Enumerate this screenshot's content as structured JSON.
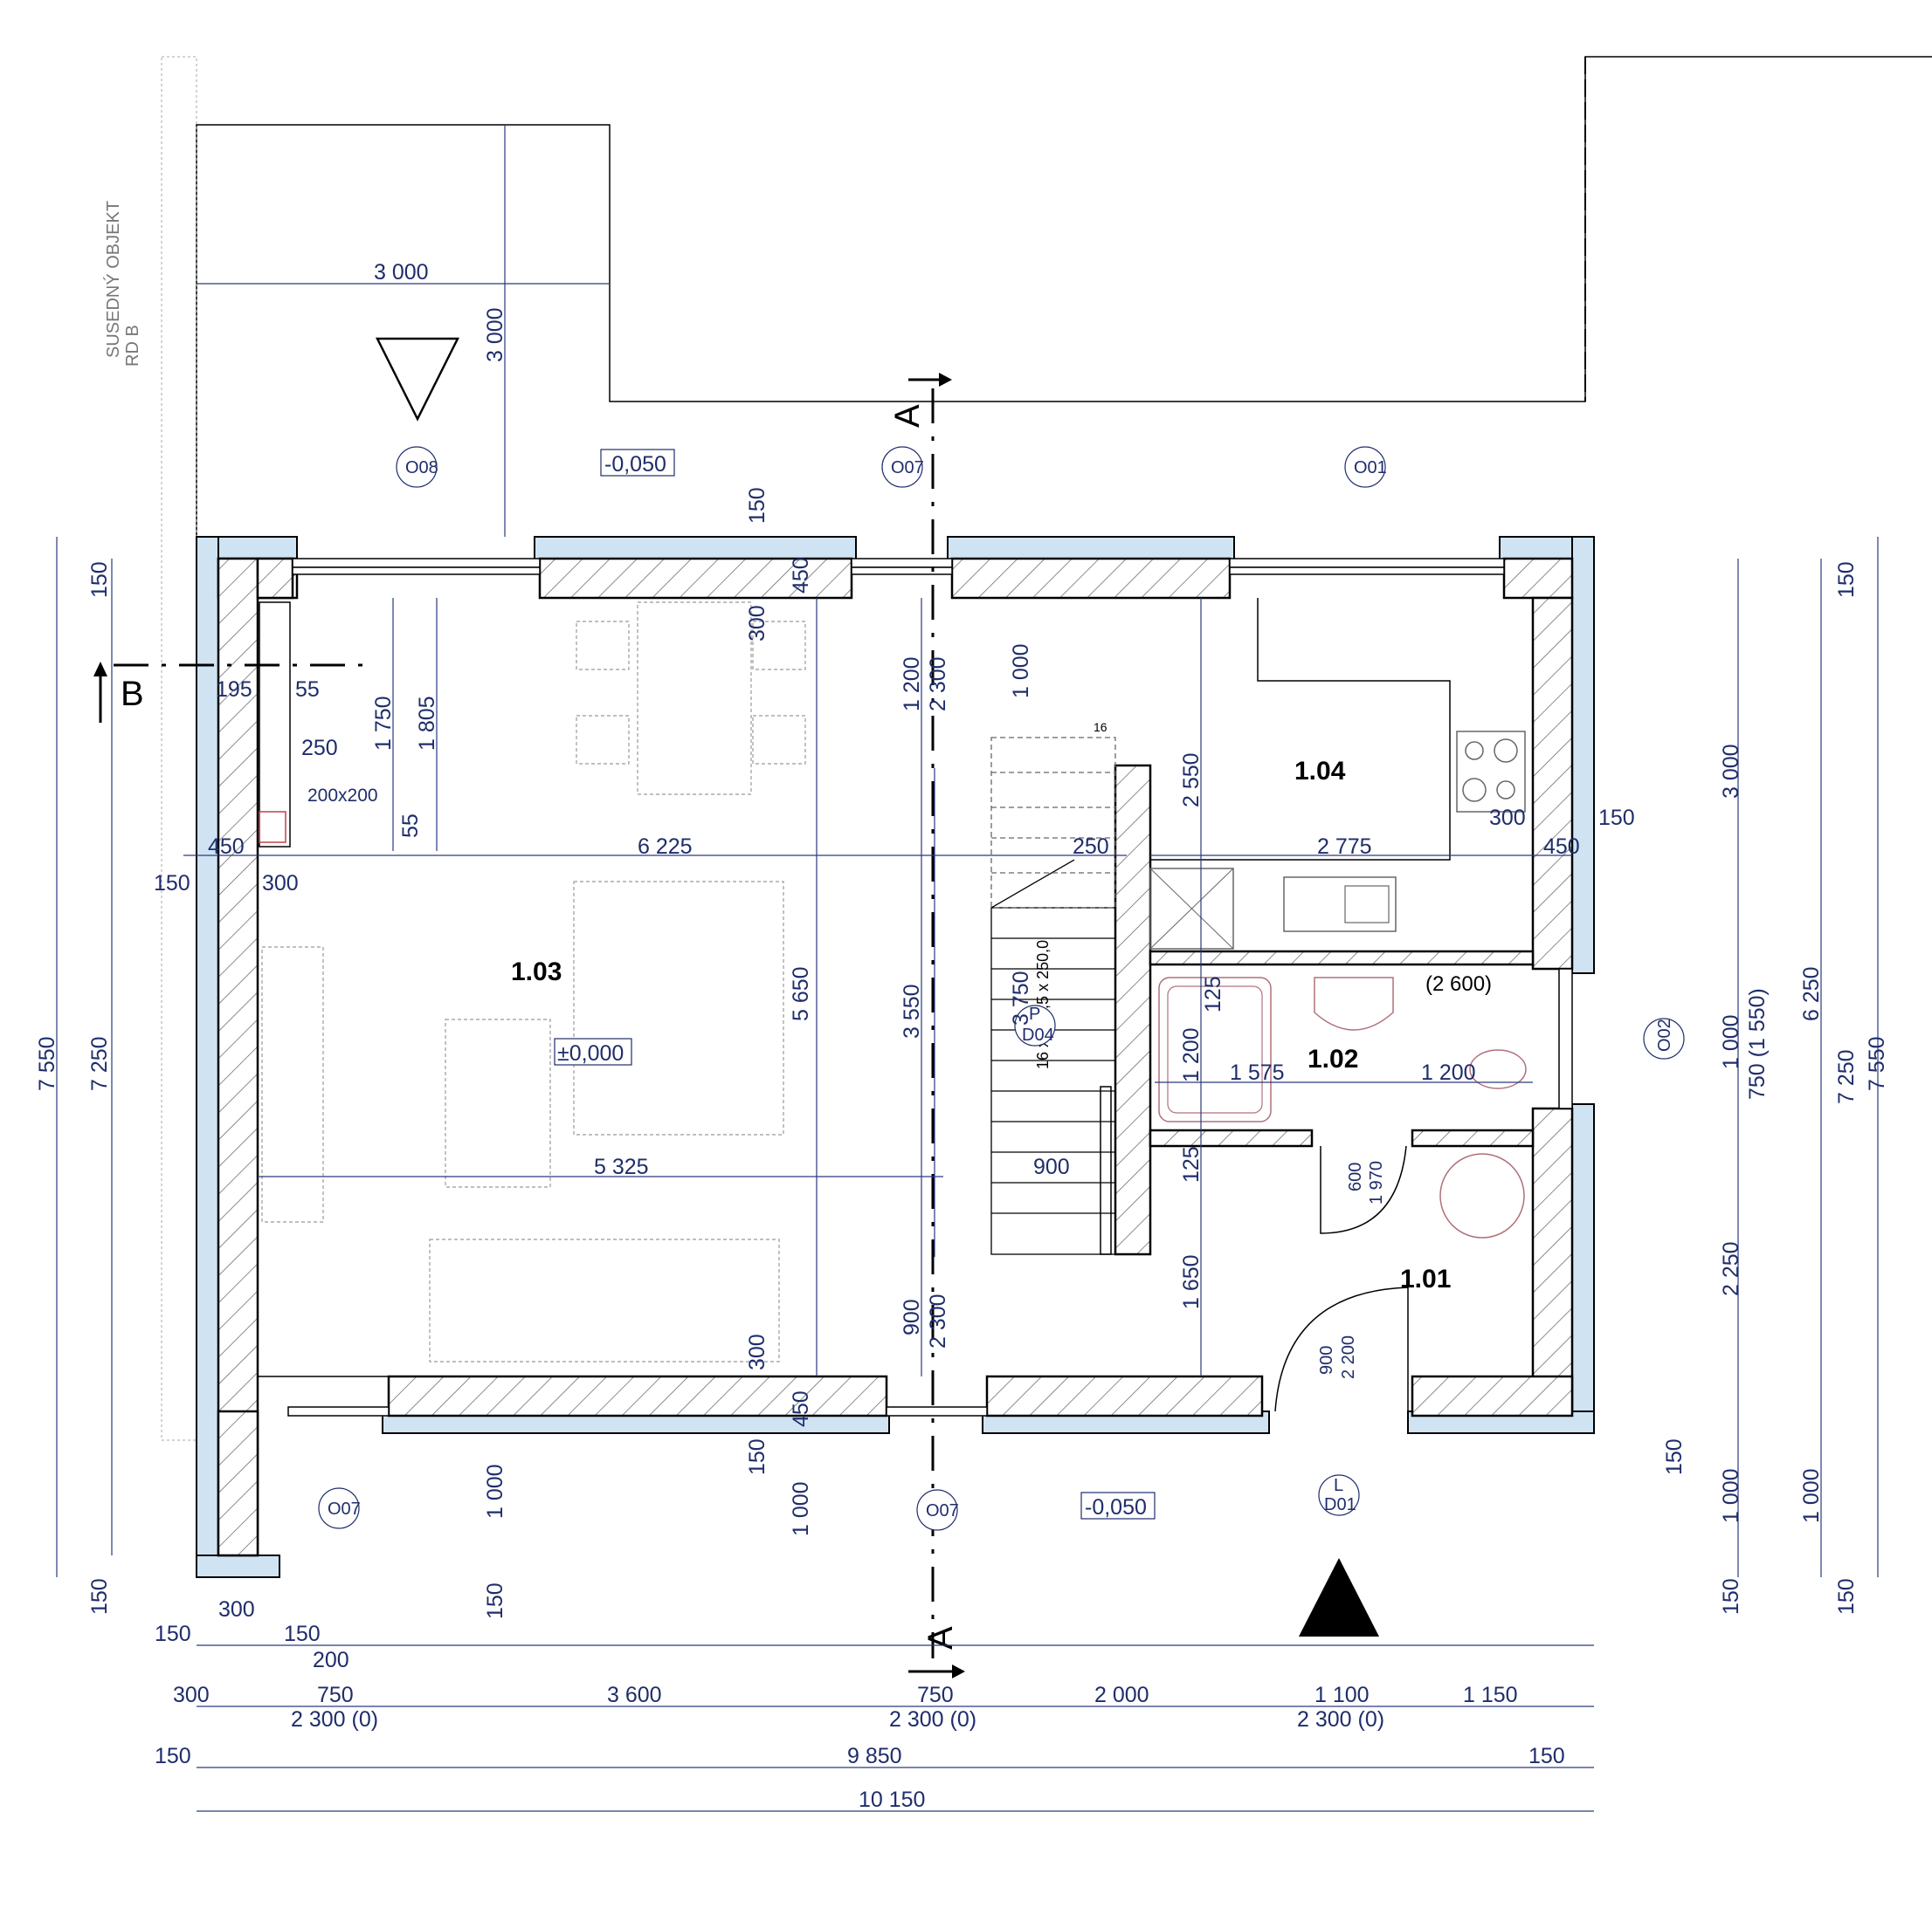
{
  "rooms": {
    "living": {
      "number": "1.03",
      "level": "±0,000"
    },
    "kitchen": {
      "number": "1.04"
    },
    "bath": {
      "number": "1.02"
    },
    "hall": {
      "number": "1.01"
    }
  },
  "levels": {
    "top": "-0,050",
    "bottom": "-0,050"
  },
  "section_marks": {
    "a": "A",
    "b": "B"
  },
  "neighbor": {
    "line1": "SUSEDNÝ OBJEKT",
    "line2": "RD B"
  },
  "openings": {
    "o08": "O08",
    "o07_top": "O07",
    "o01": "O01",
    "o02": "O02",
    "o07_bl": "O07",
    "o07_bc": "O07"
  },
  "doors": {
    "d04_letter": "P",
    "d04": "D04",
    "d01_letter": "L",
    "d01": "D01"
  },
  "stair": {
    "spec": "16 x 182,5 x 250,0",
    "top_count": "16"
  },
  "chimney": "200x200",
  "bath_height": "(2 600)",
  "dims": {
    "terrace_w": "3 000",
    "terrace_d": "3 000",
    "left_7550": "7 550",
    "left_7250": "7 250",
    "left_150_top": "150",
    "left_150_bot": "150",
    "c_195": "195",
    "c_55a": "55",
    "c_250": "250",
    "c_55b": "55",
    "c_1750": "1 750",
    "c_1805": "1 805",
    "r_450_left": "450",
    "r_6225": "6 225",
    "r_150": "150",
    "r_300": "300",
    "w_150_top": "150",
    "w_450_top": "450",
    "w_300_top": "300",
    "mid_1200": "1 200",
    "mid_2300_top": "2 300",
    "mid_5650": "5 650",
    "mid_3550": "3 550",
    "mid_5325": "5 325",
    "st_1000": "1 000",
    "st_250": "250",
    "st_3750": "3 750",
    "st_900": "900",
    "k_2550": "2 550",
    "k_2775": "2 775",
    "k_300": "300",
    "k_150": "150",
    "k_450": "450",
    "b_125a": "125",
    "b_1200": "1 200",
    "b_1575": "1 575",
    "b_1200b": "1 200",
    "b_125b": "125",
    "d04_600": "600",
    "d04_1970": "1 970",
    "h_1650": "1 650",
    "d01_900": "900",
    "d01_2200": "2 200",
    "bw_300": "300",
    "bw_450": "450",
    "bw_150": "150",
    "bw_900": "900",
    "bw_2300": "2 300",
    "bot_1000a": "1 000",
    "bot_1000b": "1 000",
    "bot_150a": "150",
    "right_3000": "3 000",
    "right_1000": "1 000",
    "right_750": "750 (1 550)",
    "right_2250": "2 250",
    "right_1000b": "1 000",
    "right_150a": "150",
    "right_150b": "150",
    "right_6250": "6 250",
    "right_7250": "7 250",
    "right_7550": "7 550",
    "right_150top": "150",
    "right_1000c": "1 000",
    "right_150c": "150",
    "row1_150": "150",
    "row1_300": "300",
    "row1_150b": "150",
    "row1_200": "200",
    "row2_300": "300",
    "row2_750a": "750",
    "row2_3600": "3 600",
    "row2_750b": "750",
    "row2_2000": "2 000",
    "row2_1100": "1 100",
    "row2_1150": "1 150",
    "row2_2300a": "2 300 (0)",
    "row2_2300b": "2 300 (0)",
    "row2_2300c": "2 300 (0)",
    "row3_150a": "150",
    "row3_9850": "9 850",
    "row3_150b": "150",
    "row4_10150": "10 150"
  }
}
